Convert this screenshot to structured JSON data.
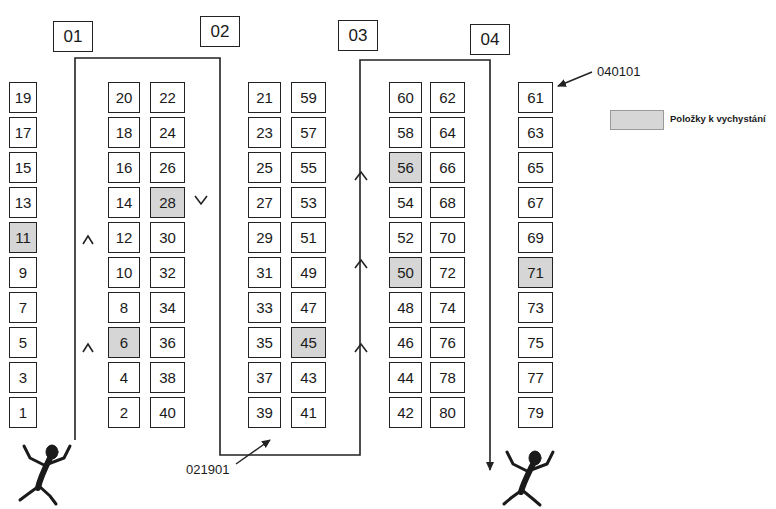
{
  "diagram": {
    "nodes": [
      {
        "text": [
          "01"
        ]
      },
      {
        "text": [
          "02"
        ]
      },
      {
        "text": [
          "03"
        ]
      },
      {
        "text": [
          "04"
        ]
      },
      {
        "text": [
          "19"
        ]
      },
      {
        "text": [
          "17"
        ]
      },
      {
        "text": [
          "15"
        ]
      },
      {
        "text": [
          "13"
        ]
      },
      {
        "text": [
          "11"
        ]
      },
      {
        "text": [
          "9"
        ]
      },
      {
        "text": [
          "7"
        ]
      },
      {
        "text": [
          "5"
        ]
      },
      {
        "text": [
          "3"
        ]
      },
      {
        "text": [
          "1"
        ]
      },
      {
        "text": [
          "20"
        ]
      },
      {
        "text": [
          "18"
        ]
      },
      {
        "text": [
          "16"
        ]
      },
      {
        "text": [
          "14"
        ]
      },
      {
        "text": [
          "12"
        ]
      },
      {
        "text": [
          "10"
        ]
      },
      {
        "text": [
          "8"
        ]
      },
      {
        "text": [
          "6"
        ]
      },
      {
        "text": [
          "4"
        ]
      },
      {
        "text": [
          "2"
        ]
      },
      {
        "text": [
          "22"
        ]
      },
      {
        "text": [
          "24"
        ]
      },
      {
        "text": [
          "26"
        ]
      },
      {
        "text": [
          "28"
        ]
      },
      {
        "text": [
          "30"
        ]
      },
      {
        "text": [
          "32"
        ]
      },
      {
        "text": [
          "34"
        ]
      },
      {
        "text": [
          "36"
        ]
      },
      {
        "text": [
          "38"
        ]
      },
      {
        "text": [
          "40"
        ]
      },
      {
        "text": [
          "21"
        ]
      },
      {
        "text": [
          "23"
        ]
      },
      {
        "text": [
          "25"
        ]
      },
      {
        "text": [
          "27"
        ]
      },
      {
        "text": [
          "29"
        ]
      },
      {
        "text": [
          "31"
        ]
      },
      {
        "text": [
          "33"
        ]
      },
      {
        "text": [
          "35"
        ]
      },
      {
        "text": [
          "37"
        ]
      },
      {
        "text": [
          "39"
        ]
      },
      {
        "text": [
          "59"
        ]
      },
      {
        "text": [
          "57"
        ]
      },
      {
        "text": [
          "55"
        ]
      },
      {
        "text": [
          "53"
        ]
      },
      {
        "text": [
          "51"
        ]
      },
      {
        "text": [
          "49"
        ]
      },
      {
        "text": [
          "47"
        ]
      },
      {
        "text": [
          "45"
        ]
      },
      {
        "text": [
          "43"
        ]
      },
      {
        "text": [
          "41"
        ]
      },
      {
        "text": [
          "60"
        ]
      },
      {
        "text": [
          "58"
        ]
      },
      {
        "text": [
          "56"
        ]
      },
      {
        "text": [
          "54"
        ]
      },
      {
        "text": [
          "52"
        ]
      },
      {
        "text": [
          "50"
        ]
      },
      {
        "text": [
          "48"
        ]
      },
      {
        "text": [
          "46"
        ]
      },
      {
        "text": [
          "44"
        ]
      },
      {
        "text": [
          "42"
        ]
      },
      {
        "text": [
          "62"
        ]
      },
      {
        "text": [
          "64"
        ]
      },
      {
        "text": [
          "66"
        ]
      },
      {
        "text": [
          "68"
        ]
      },
      {
        "text": [
          "70"
        ]
      },
      {
        "text": [
          "72"
        ]
      },
      {
        "text": [
          "74"
        ]
      },
      {
        "text": [
          "76"
        ]
      },
      {
        "text": [
          "78"
        ]
      },
      {
        "text": [
          "80"
        ]
      },
      {
        "text": [
          "61"
        ]
      },
      {
        "text": [
          "63"
        ]
      },
      {
        "text": [
          "65"
        ]
      },
      {
        "text": [
          "67"
        ]
      },
      {
        "text": [
          "69"
        ]
      },
      {
        "text": [
          "71"
        ]
      },
      {
        "text": [
          "73"
        ]
      },
      {
        "text": [
          "75"
        ]
      },
      {
        "text": [
          "77"
        ]
      },
      {
        "text": [
          "79"
        ]
      }
    ],
    "labels": [
      "040101",
      "021901"
    ],
    "legend": [
      {
        "text": "Položky k vychystání",
        "color": "#d6d6d6"
      }
    ]
  }
}
